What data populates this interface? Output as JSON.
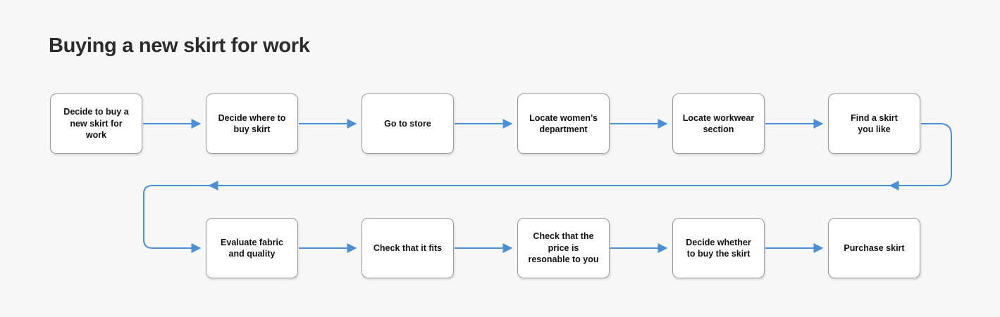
{
  "page": {
    "title": "Buying a new skirt for work",
    "background_color": "#f7f7f7",
    "type": "flowchart"
  },
  "theme": {
    "connector_color": "#4a90d9",
    "node_border_color": "#9a9a9a",
    "node_fill_color": "#ffffff",
    "title_color": "#2b2b2b",
    "label_color": "#111111"
  },
  "flow": {
    "row1": [
      {
        "id": "step-1",
        "label": "Decide to buy a\nnew skirt for\nwork"
      },
      {
        "id": "step-2",
        "label": "Decide where to\nbuy skirt"
      },
      {
        "id": "step-3",
        "label": "Go to store"
      },
      {
        "id": "step-4",
        "label": "Locate women’s\ndepartment"
      },
      {
        "id": "step-5",
        "label": "Locate workwear\nsection"
      },
      {
        "id": "step-6",
        "label": "Find a skirt\nyou like"
      }
    ],
    "row2": [
      {
        "id": "step-7",
        "label": "Evaluate fabric\nand quality"
      },
      {
        "id": "step-8",
        "label": "Check that it fits"
      },
      {
        "id": "step-9",
        "label": "Check that the\nprice is\nresonable to you"
      },
      {
        "id": "step-10",
        "label": "Decide whether\nto buy the skirt"
      },
      {
        "id": "step-11",
        "label": "Purchase skirt"
      }
    ],
    "connectors": [
      {
        "from": "step-1",
        "to": "step-2",
        "kind": "arrow-right"
      },
      {
        "from": "step-2",
        "to": "step-3",
        "kind": "arrow-right"
      },
      {
        "from": "step-3",
        "to": "step-4",
        "kind": "arrow-right"
      },
      {
        "from": "step-4",
        "to": "step-5",
        "kind": "arrow-right"
      },
      {
        "from": "step-5",
        "to": "step-6",
        "kind": "arrow-right"
      },
      {
        "from": "step-6",
        "to": "step-7",
        "kind": "wrap-around-left"
      },
      {
        "from": "step-7",
        "to": "step-8",
        "kind": "arrow-right"
      },
      {
        "from": "step-8",
        "to": "step-9",
        "kind": "arrow-right"
      },
      {
        "from": "step-9",
        "to": "step-10",
        "kind": "arrow-right"
      },
      {
        "from": "step-10",
        "to": "step-11",
        "kind": "arrow-right"
      }
    ]
  }
}
